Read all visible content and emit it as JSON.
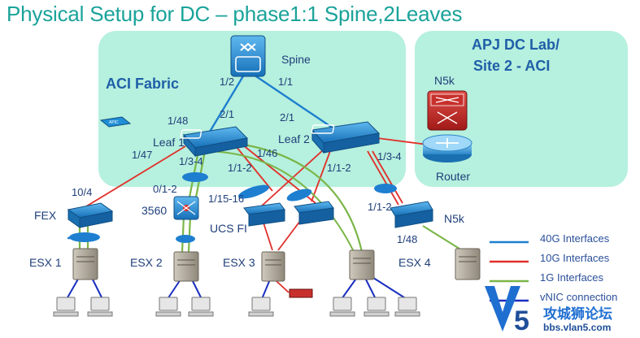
{
  "title": "Physical Setup for DC – phase1:1 Spine,2Leaves",
  "zones": {
    "aci_fabric": "ACI Fabric",
    "apj_line1": "APJ DC Lab/",
    "apj_line2": "Site 2 - ACI"
  },
  "devices": {
    "spine": "Spine",
    "leaf1": "Leaf 1",
    "leaf2": "Leaf 2",
    "n5k_top": "N5k",
    "router": "Router",
    "fex": "FEX",
    "sw3560": "3560",
    "ucs_fi": "UCS FI",
    "n5k_bottom": "N5k",
    "apic": "APIC",
    "esx1": "ESX 1",
    "esx2": "ESX 2",
    "esx3": "ESX 3",
    "esx4": "ESX 4"
  },
  "ports": {
    "spine_1_2": "1/2",
    "spine_1_1": "1/1",
    "leaf1_2_1": "2/1",
    "leaf2_2_1": "2/1",
    "leaf1_1_48": "1/48",
    "leaf1_1_47": "1/47",
    "leaf1_1_3_4": "1/3-4",
    "leaf1_1_1_2": "1/1-2",
    "leaf1_1_46": "1/46",
    "leaf2_1_1_2": "1/1-2",
    "leaf2_1_3_4": "1/3-4",
    "fex_10_4": "10/4",
    "sw_0_1_2": "0/1-2",
    "fi_1_15_16": "1/15-16",
    "n5k_1_1_2": "1/1-2",
    "n5k_1_48": "1/48"
  },
  "legend": [
    {
      "label": "40G Interfaces",
      "color": "#1e7fd0"
    },
    {
      "label": "10G Interfaces",
      "color": "#e0302a"
    },
    {
      "label": "1G Interfaces",
      "color": "#7ab648"
    },
    {
      "label": "vNIC connection",
      "color": "#1a2fbf"
    }
  ],
  "watermark": {
    "name": "攻城狮论坛",
    "url": "bbs.vlan5.com"
  },
  "colors": {
    "zone_fill": "#b6f0de",
    "switch_blue": "#1f8fd6",
    "title": "#1aa39a"
  }
}
